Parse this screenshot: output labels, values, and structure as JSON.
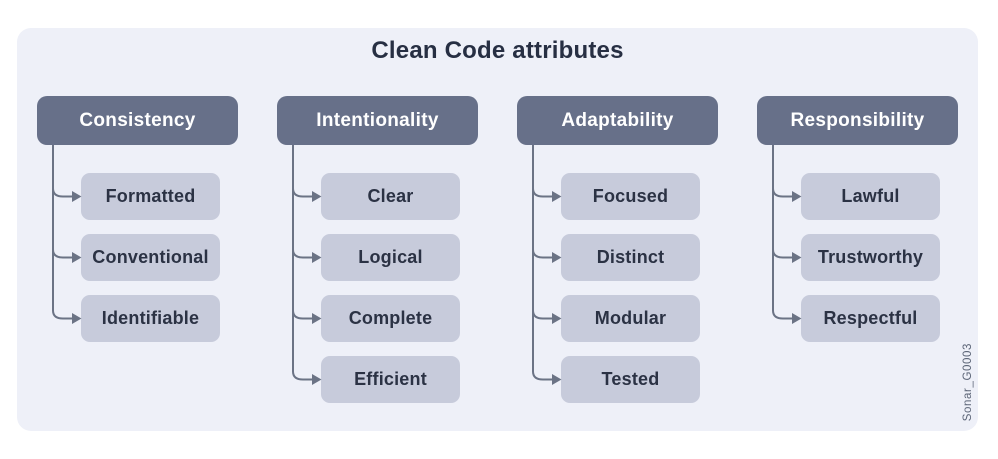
{
  "title": "Clean Code attributes",
  "watermark": "Sonar_G0003",
  "columns": [
    {
      "header": "Consistency",
      "children": [
        "Formatted",
        "Conventional",
        "Identifiable"
      ]
    },
    {
      "header": "Intentionality",
      "children": [
        "Clear",
        "Logical",
        "Complete",
        "Efficient"
      ]
    },
    {
      "header": "Adaptability",
      "children": [
        "Focused",
        "Distinct",
        "Modular",
        "Tested"
      ]
    },
    {
      "header": "Responsibility",
      "children": [
        "Lawful",
        "Trustworthy",
        "Respectful"
      ]
    }
  ],
  "colors": {
    "page_bg": "#ffffff",
    "panel_bg": "#eef0f8",
    "header_bg": "#677089",
    "header_text": "#ffffff",
    "child_bg": "#c7cbdb",
    "child_text": "#2b3244",
    "connector": "#6b7385",
    "title_text": "#272f43",
    "watermark_text": "#5c6577"
  }
}
